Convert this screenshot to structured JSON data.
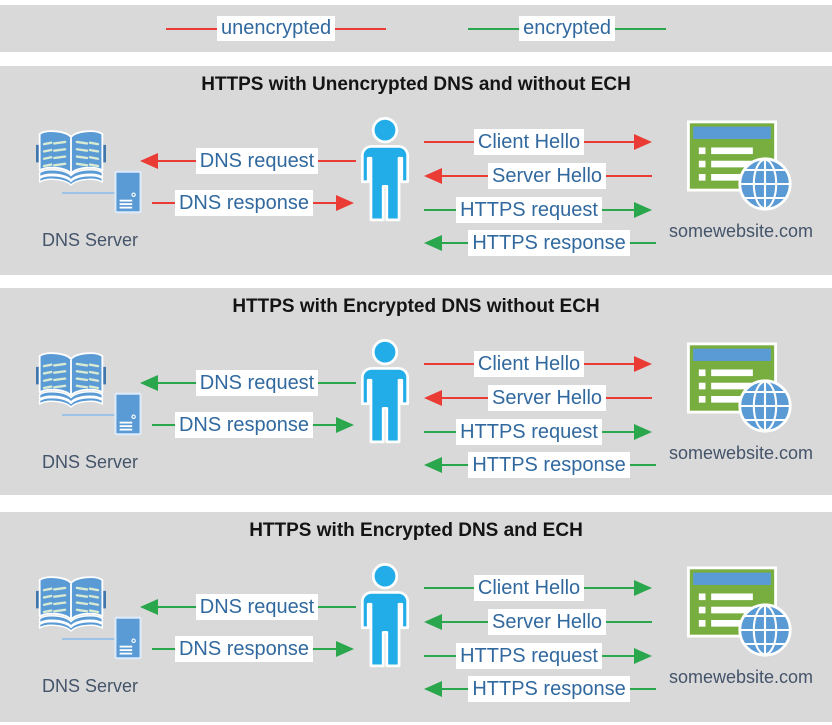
{
  "legend": {
    "items": [
      {
        "label": "unencrypted",
        "encrypted": false
      },
      {
        "label": "encrypted",
        "encrypted": true
      }
    ],
    "unencrypted_color": "#ea3b34",
    "encrypted_color": "#2aa64d"
  },
  "palette": {
    "panel_bg": "#d9d9d9",
    "title_text": "#141414",
    "label_text": "#31699f",
    "caption_text": "#44546a",
    "person_blue": "#22ade8",
    "icon_blue": "#5b9bd5",
    "website_green": "#78ad3f",
    "page_line": "#d9ead3",
    "connector": "#9dc3e6"
  },
  "panels": [
    {
      "title": "HTTPS with Unencrypted DNS and without ECH",
      "dns_server_label": "DNS Server",
      "website_label": "somewebsite.com",
      "dns_arrows": [
        {
          "label": "DNS request",
          "direction": "left",
          "encrypted": false
        },
        {
          "label": "DNS response",
          "direction": "right",
          "encrypted": false
        }
      ],
      "https_arrows": [
        {
          "label": "Client Hello",
          "direction": "right",
          "encrypted": false
        },
        {
          "label": "Server Hello",
          "direction": "left",
          "encrypted": false
        },
        {
          "label": "HTTPS request",
          "direction": "right",
          "encrypted": true
        },
        {
          "label": "HTTPS response",
          "direction": "left",
          "encrypted": true
        }
      ]
    },
    {
      "title": "HTTPS with Encrypted DNS without ECH",
      "dns_server_label": "DNS Server",
      "website_label": "somewebsite.com",
      "dns_arrows": [
        {
          "label": "DNS request",
          "direction": "left",
          "encrypted": true
        },
        {
          "label": "DNS response",
          "direction": "right",
          "encrypted": true
        }
      ],
      "https_arrows": [
        {
          "label": "Client Hello",
          "direction": "right",
          "encrypted": false
        },
        {
          "label": "Server Hello",
          "direction": "left",
          "encrypted": false
        },
        {
          "label": "HTTPS request",
          "direction": "right",
          "encrypted": true
        },
        {
          "label": "HTTPS response",
          "direction": "left",
          "encrypted": true
        }
      ]
    },
    {
      "title": "HTTPS with Encrypted DNS and ECH",
      "dns_server_label": "DNS Server",
      "website_label": "somewebsite.com",
      "dns_arrows": [
        {
          "label": "DNS request",
          "direction": "left",
          "encrypted": true
        },
        {
          "label": "DNS response",
          "direction": "right",
          "encrypted": true
        }
      ],
      "https_arrows": [
        {
          "label": "Client Hello",
          "direction": "right",
          "encrypted": true
        },
        {
          "label": "Server Hello",
          "direction": "left",
          "encrypted": true
        },
        {
          "label": "HTTPS request",
          "direction": "right",
          "encrypted": true
        },
        {
          "label": "HTTPS response",
          "direction": "left",
          "encrypted": true
        }
      ]
    }
  ]
}
